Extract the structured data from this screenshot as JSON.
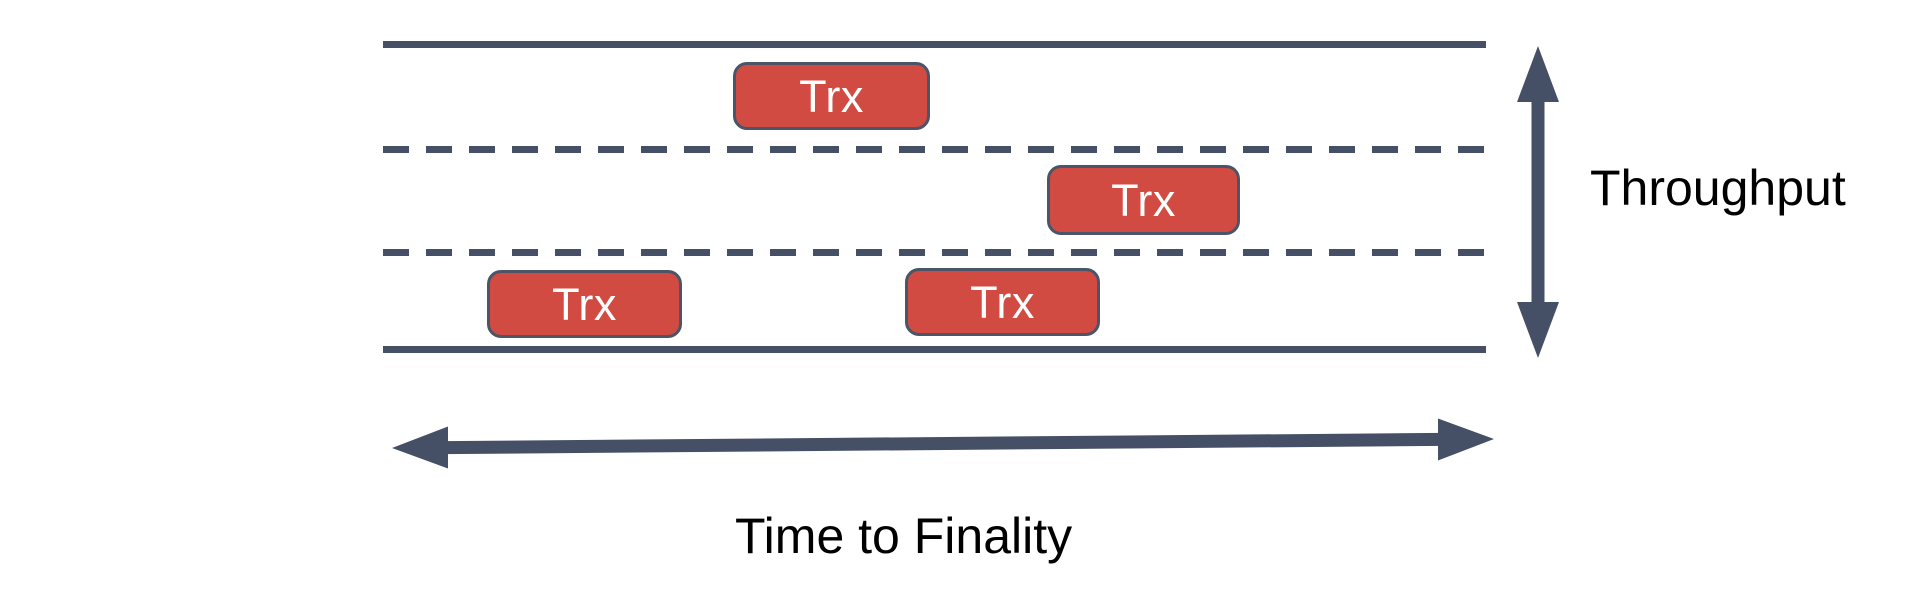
{
  "diagram": {
    "transactions": [
      {
        "label": "Trx",
        "lane": "top"
      },
      {
        "label": "Trx",
        "lane": "middle"
      },
      {
        "label": "Trx",
        "lane": "bottom-left"
      },
      {
        "label": "Trx",
        "lane": "bottom-right"
      }
    ],
    "throughput_axis": {
      "label": "Throughput"
    },
    "finality_axis": {
      "label": "Time to Finality"
    },
    "road": {
      "lane_count": 3
    },
    "colors": {
      "line": "#455066",
      "box_fill": "#D14B42",
      "box_border": "#4A5568",
      "box_text": "#FFFFFF",
      "label_text": "#000000"
    }
  }
}
